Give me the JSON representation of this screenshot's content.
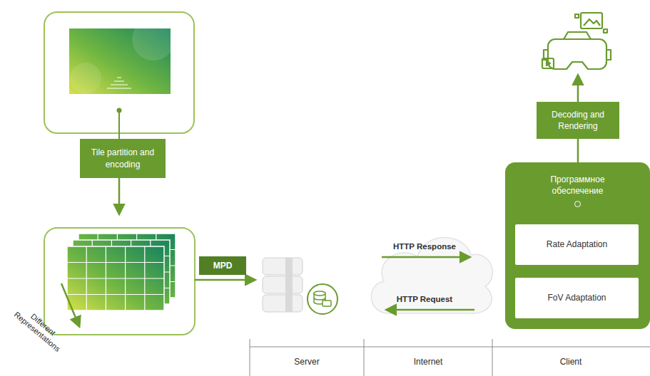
{
  "diagram": {
    "nodes": [
      {
        "text": [
          "Tile partition and encoding"
        ]
      },
      {
        "text": [
          "MPD"
        ]
      },
      {
        "text": [
          "Decoding and Rendering"
        ]
      },
      {
        "text": [
          "Программное обеспечение"
        ]
      },
      {
        "text": [
          "Rate Adaptation"
        ],
        "in": 3
      },
      {
        "text": [
          "FoV Adaptation"
        ],
        "in": 3
      }
    ],
    "edges": [
      {
        "from": 3,
        "to": 2,
        "arrow": "none"
      }
    ],
    "labels": [
      "Different Representations",
      "HTTP Response",
      "HTTP Request",
      "Server",
      "Internet",
      "Client"
    ]
  }
}
